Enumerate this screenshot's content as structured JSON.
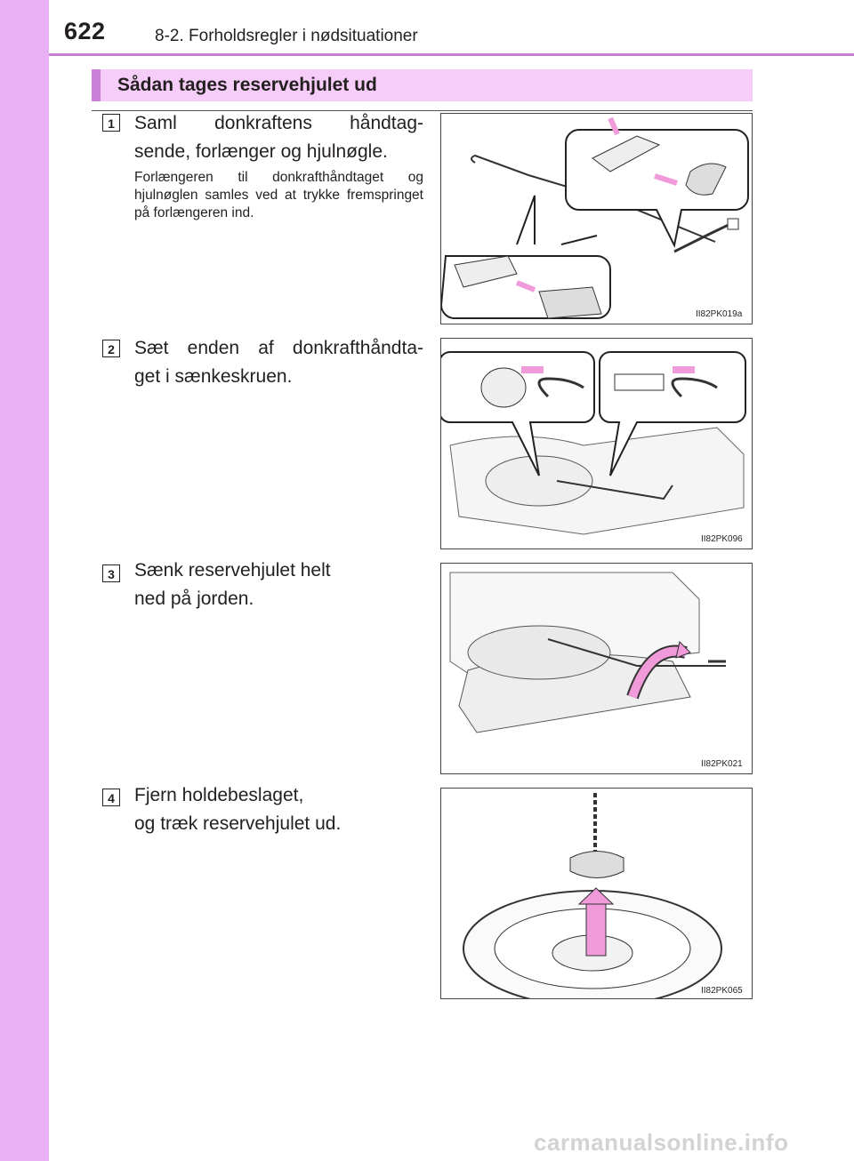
{
  "header": {
    "page_number": "622",
    "chapter": "8-2. Forholdsregler i nødsituationer"
  },
  "section": {
    "title": "Sådan tages reservehjulet ud"
  },
  "steps": [
    {
      "number": "1",
      "line1": "Saml donkraftens håndtag-",
      "line2": "sende, forlænger og hjulnøgle.",
      "note": "Forlængeren til donkrafthåndtaget og hjulnøglen samles ved at trykke fremspringet på forlængeren ind.",
      "figure_code": "II82PK019a"
    },
    {
      "number": "2",
      "line1": "Sæt enden af donkrafthåndta-",
      "line2": "get i sænkeskruen.",
      "figure_code": "II82PK096"
    },
    {
      "number": "3",
      "line1": "Sænk reservehjulet helt",
      "line2": "ned på jorden.",
      "figure_code": "II82PK021"
    },
    {
      "number": "4",
      "line1": "Fjern holdebeslaget,",
      "line2": "og træk reservehjulet ud.",
      "figure_code": "II82PK065"
    }
  ],
  "footer": {
    "watermark": "carmanualsonline.info"
  },
  "colors": {
    "sidebar": "#eab0f5",
    "accent": "#c97fd8",
    "section_bg": "#f6ccf8",
    "arrow": "#f19ad9"
  }
}
